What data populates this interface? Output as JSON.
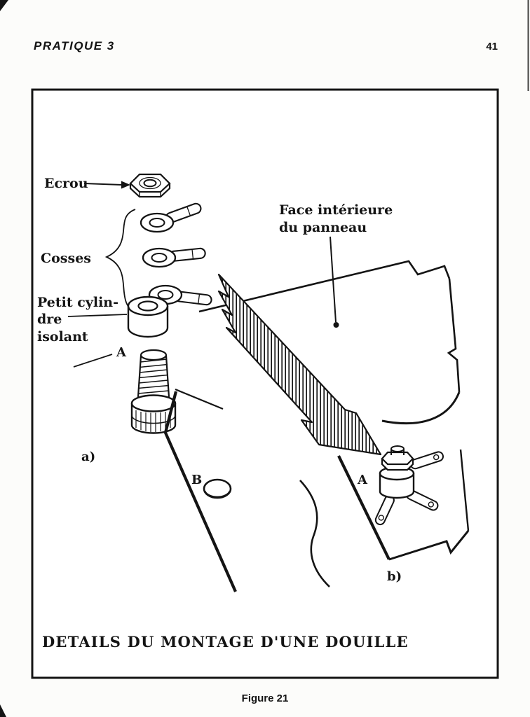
{
  "page": {
    "running_header": "PRATIQUE 3",
    "page_number": "41",
    "figure_caption": "Figure 21"
  },
  "figure": {
    "title": "DETAILS DU MONTAGE D'UNE DOUILLE",
    "labels": {
      "ecrou": "Ecrou",
      "cosses": "Cosses",
      "cylindre_line1": "Petit cylin-",
      "cylindre_line2": "dre",
      "cylindre_line3": "isolant",
      "panneau_line1": "Face intérieure",
      "panneau_line2": "du panneau",
      "marker_a_exploded": "A",
      "marker_b_hole": "B",
      "marker_a_assembled": "A",
      "view_a": "a)",
      "view_b": "b)"
    },
    "ink_color": "#141414"
  }
}
